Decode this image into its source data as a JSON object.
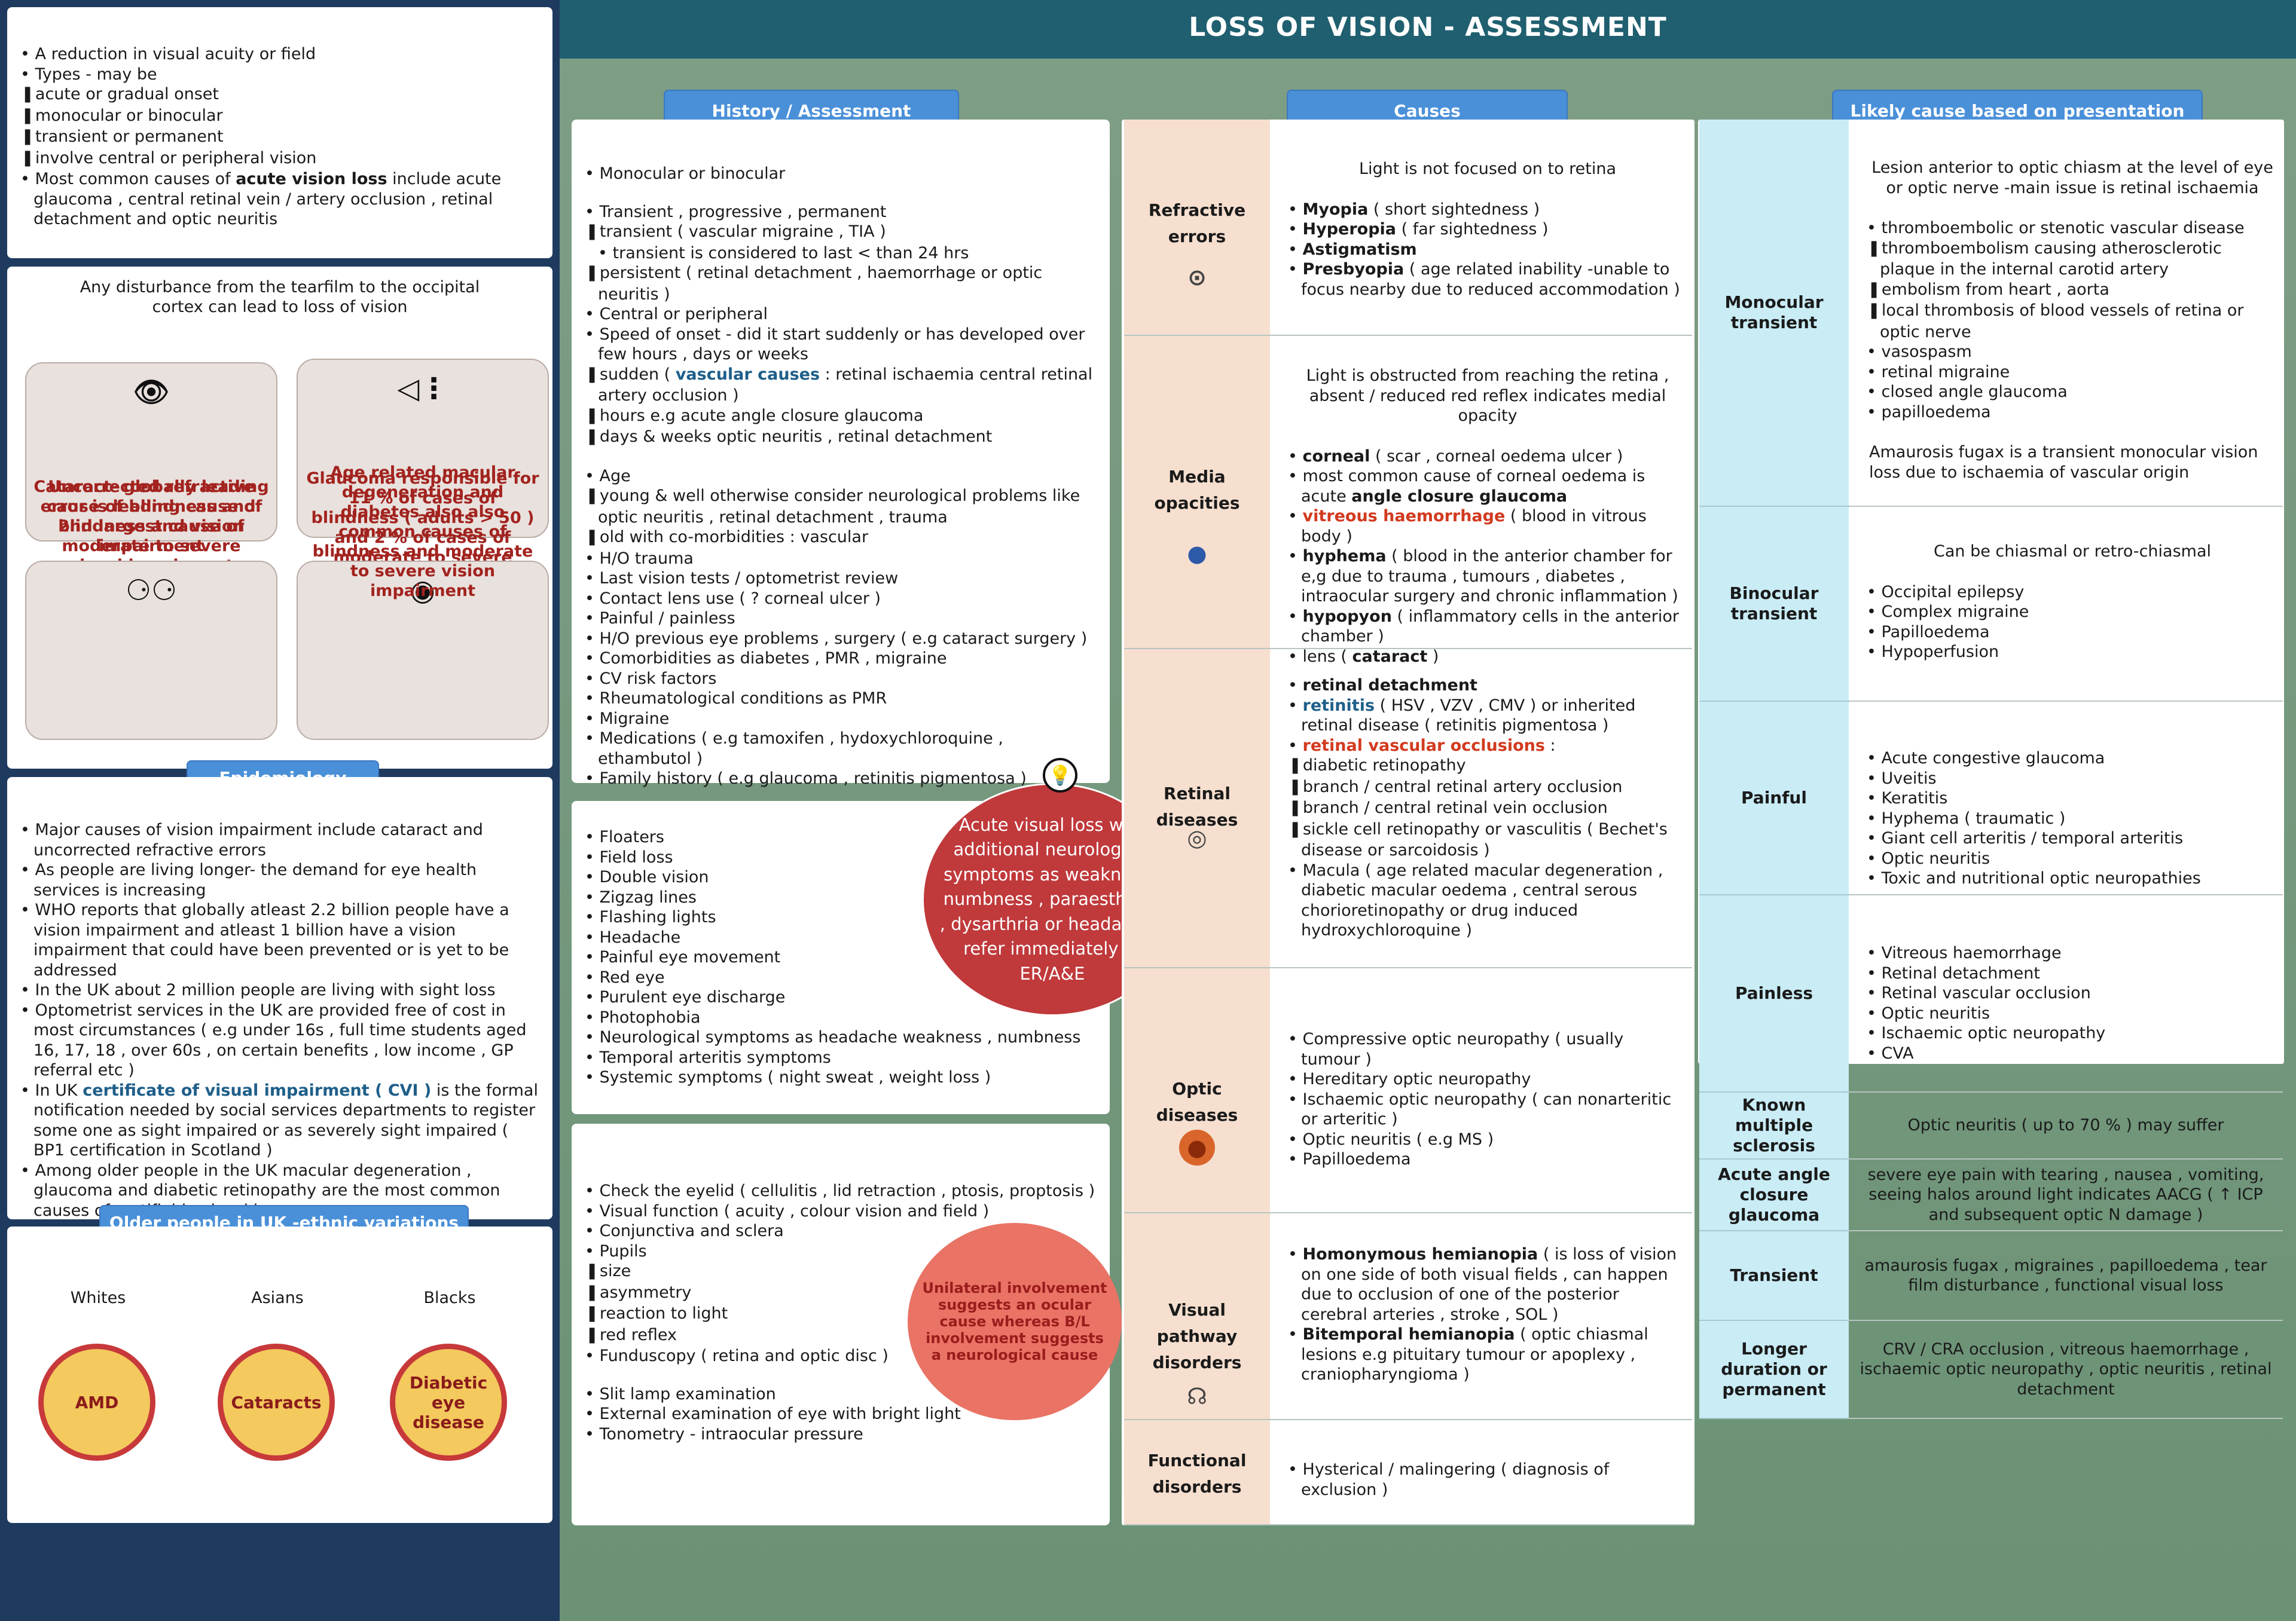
{
  "title": "LOSS OF VISION - ASSESSMENT",
  "definition": {
    "items": [
      {
        "t": "A reduction in visual acuity or field"
      },
      {
        "t": "Types - may be"
      },
      {
        "t": "acute or gradual onset",
        "sub": true
      },
      {
        "t": "monocular or binocular",
        "sub": true
      },
      {
        "t": "transient or permanent",
        "sub": true
      },
      {
        "t": "involve central or peripheral vision",
        "sub": true
      }
    ],
    "common_pre": "Most common causes of ",
    "common_bold": "acute vision loss",
    "common_post": " include acute glaucoma , central retinal vein / artery occlusion , retinal detachment and optic neuritis"
  },
  "disturbance": {
    "intro": "Any disturbance from the tearfilm to the occipital cortex can lead to loss of vision",
    "cards": [
      {
        "icon": "eye-icon",
        "glyph": "👁",
        "text": "Cataract- globally leading cause of blindness and 2nd largest cause of moderate to severe visual impairment"
      },
      {
        "icon": "glaucoma-icon",
        "glyph": "◁⋮",
        "text": "Glaucoma responsible for 11 % of cases of blindness ( adults > 50 ) and 2 % of cases of moderate to severe vision impairment"
      },
      {
        "icon": "glasses-icon",
        "glyph": "⚆⚆",
        "text": "Uncorrected refractive error is leading cause of blindness and vision impairment"
      },
      {
        "icon": "macula-icon",
        "glyph": "◉",
        "text": "Age related macular degeneration and diabetes also also common causes of blindness and moderate to severe vision impairment"
      }
    ]
  },
  "epidemiology": {
    "heading": "Epidemiology",
    "items": [
      "Major causes of vision impairment include cataract and uncorrected refractive errors",
      "As people are living longer- the demand for eye health services is increasing",
      "WHO reports that globally atleast 2.2 billion people have a vision impairment and atleast 1 billion have a vision impairment that could have been prevented or is yet to be addressed",
      "In the UK about 2 million people are living with sight loss",
      "Optometrist services in the UK are provided free of cost in most circumstances ( e.g under 16s , full time students aged 16, 17, 18 , over 60s , on certain benefits , low income , GP referral etc )"
    ],
    "cvi_pre": "In UK ",
    "cvi_bold": "certificate of visual impairment ( CVI )",
    "cvi_post": " is the formal notification needed by social services departments to register some one as sight impaired or as severely sight impaired ( BP1 certification in Scotland )",
    "last": "Among older people in the UK macular degeneration , glaucoma and diabetic retinopathy are the most common causes of certifiable visual loss"
  },
  "ethnic": {
    "heading": "Older people in UK -ethnic variations",
    "groups": [
      {
        "label": "Whites",
        "cause": "AMD"
      },
      {
        "label": "Asians",
        "cause": "Cataracts"
      },
      {
        "label": "Blacks",
        "cause": "Diabetic eye disease"
      }
    ]
  },
  "history": {
    "heading": "History / Assessment",
    "box1": [
      {
        "t": "Monocular or binocular"
      },
      {
        "gap": true
      },
      {
        "t": "Transient , progressive ,  permanent"
      },
      {
        "t": "transient ( vascular migraine , TIA  )",
        "sub": true
      },
      {
        "t": "transient is considered to last < than 24 hrs",
        "plain": true
      },
      {
        "t": "persistent ( retinal detachment , haemorrhage or optic neuritis )",
        "sub": true
      },
      {
        "t": "Central or peripheral"
      },
      {
        "t": "Speed of onset - did it start suddenly or has developed over few hours , days or weeks"
      },
      {
        "t": "sudden ( ",
        "sub": true,
        "bold": "vascular causes",
        "post": " : retinal ischaemia central retinal artery occlusion )"
      },
      {
        "t": "hours e.g acute angle closure glaucoma",
        "sub": true
      },
      {
        "t": "days & weeks optic neuritis , retinal detachment",
        "sub": true
      },
      {
        "gap": true
      },
      {
        "t": "Age"
      },
      {
        "t": "young & well otherwise consider neurological problems like optic neuritis , retinal detachment , trauma",
        "sub": true
      },
      {
        "t": "old with co-morbidities : vascular",
        "sub": true
      },
      {
        "t": "H/O trauma"
      },
      {
        "t": "Last vision tests / optometrist review"
      },
      {
        "t": "Contact lens use ( ? corneal ulcer )"
      },
      {
        "t": "Painful / painless"
      },
      {
        "t": "H/O previous eye problems , surgery ( e.g cataract surgery )"
      },
      {
        "t": "Comorbidities as diabetes , PMR , migraine"
      },
      {
        "t": "CV risk factors"
      },
      {
        "t": "Rheumatological conditions as PMR"
      },
      {
        "t": "Migraine"
      },
      {
        "t": "Medications ( e.g tamoxifen , hydoxychloroquine , ethambutol )"
      },
      {
        "t": "Family history ( e.g glaucoma , retinitis pigmentosa )"
      }
    ],
    "box2": [
      "Floaters",
      "Field loss",
      "Double vision",
      "Zigzag lines",
      "Flashing lights",
      "Headache",
      "Painful eye movement",
      "Red eye",
      "Purulent eye discharge",
      "Photophobia",
      "Neurological symptoms as headache weakness , numbness",
      "Temporal arteritis symptoms",
      "Systemic symptoms ( night sweat , weight loss )"
    ],
    "alert": "Acute visual loss with additional neurological symptoms as weakness , numbness , paraesthesia , dysarthria or headache - refer immediately to ER/A&E",
    "box3": [
      {
        "t": "Check the eyelid ( cellulitis , lid retraction , ptosis, proptosis  )"
      },
      {
        "t": "Visual function ( acuity , colour vision and field )"
      },
      {
        "t": "Conjunctiva and sclera"
      },
      {
        "t": "Pupils"
      },
      {
        "t": "size",
        "sub": true
      },
      {
        "t": "asymmetry",
        "sub": true
      },
      {
        "t": "reaction to light",
        "sub": true
      },
      {
        "t": "red reflex",
        "sub": true
      },
      {
        "t": "Funduscopy ( retina and optic disc )"
      },
      {
        "gap": true
      },
      {
        "t": "Slit lamp examination"
      },
      {
        "t": "External examination of eye with bright light"
      },
      {
        "t": "Tonometry - intraocular pressure"
      }
    ],
    "unilateral": "Unilateral involvement suggests an ocular cause whereas B/L involvement suggests a neurological cause"
  },
  "causes": {
    "heading": "Causes",
    "rows": [
      {
        "label": "Refractive errors",
        "icon": "refraction-icon",
        "glyph": "⊙",
        "intro": "Light is not focused on to retina",
        "items": [
          {
            "b": "Myopia",
            "t": " ( short sightedness )"
          },
          {
            "b": "Hyperopia",
            "t": " ( far sightedness )"
          },
          {
            "b": "Astigmatism",
            "t": ""
          },
          {
            "b": "Presbyopia",
            "t": " ( age related inability -unable to focus nearby due to reduced accommodation )"
          }
        ]
      },
      {
        "label": "Media opacities",
        "icon": "lens-opacity-icon",
        "glyph": "●",
        "intro": "Light is obstructed from reaching the retina , absent / reduced red reflex indicates medial opacity",
        "items": [
          {
            "b": "corneal",
            "t": " ( scar , corneal oedema  ulcer )"
          },
          {
            "b": "",
            "t": "most common cause of corneal oedema is acute "
          },
          {
            "b": "vitreous haemorrhage",
            "t": " ( blood in vitrous body )",
            "red": true
          },
          {
            "b": "hyphema",
            "t": " ( blood in the anterior chamber for e,g due to trauma , tumours , diabetes , intraocular surgery and chronic inflammation )"
          },
          {
            "b": "hypopyon",
            "t": " ( inflammatory cells in the anterior chamber )"
          },
          {
            "b": "",
            "t": "lens ( ",
            "b2": "cataract",
            "t2": " )"
          }
        ],
        "acg": "angle closure glaucoma"
      },
      {
        "label": "Retinal diseases",
        "icon": "retina-icon",
        "glyph": "◎",
        "items": [
          {
            "b": "retinal detachment",
            "t": ""
          },
          {
            "b": "retinitis",
            "t": " ( HSV , VZV , CMV ) or inherited retinal disease ( retinitis pigmentosa )",
            "blue": true
          },
          {
            "b": "retinal vascular occlusions",
            "t": " :",
            "red": true
          },
          {
            "t": "diabetic retinopathy",
            "sub": true
          },
          {
            "t": "branch / central retinal artery occlusion",
            "sub": true
          },
          {
            "t": "branch / central retinal vein occlusion",
            "sub": true
          },
          {
            "t": "sickle cell retinopathy or vasculitis ( Bechet's disease or sarcoidosis )",
            "sub": true
          },
          {
            "b": "",
            "t": "Macula ( age related macular degeneration , diabetic macular oedema , central serous chorioretinopathy or drug induced hydroxychloroquine )"
          }
        ]
      },
      {
        "label": "Optic  diseases",
        "icon": "optic-disc-icon",
        "glyph": "●",
        "items": [
          "Compressive optic neuropathy ( usually tumour )",
          "Hereditary optic neuropathy",
          "Ischaemic optic neuropathy ( can nonarteritic or arteritic )",
          "Optic neuritis ( e.g MS )",
          "Papilloedema"
        ]
      },
      {
        "label": "Visual pathway disorders",
        "icon": "brain-pathway-icon",
        "glyph": "☊",
        "items": [
          {
            "b": "Homonymous hemianopia",
            "t": " ( is loss of vision on one side of both visual fields , can happen due to occlusion of one of the posterior cerebral arteries , stroke , SOL )"
          },
          {
            "b": "Bitemporal hemianopia",
            "t": " ( optic chiasmal lesions e.g pituitary tumour or apoplexy , craniopharyngioma )"
          }
        ]
      },
      {
        "label": "Functional disorders",
        "items": [
          "Hysterical / malingering ( diagnosis of exclusion )"
        ]
      }
    ]
  },
  "likely": {
    "heading": "Likely cause based on presentation",
    "monocular": {
      "label": "Monocular transient",
      "intro": "Lesion anterior to optic chiasm at the level of eye or optic nerve -main issue is retinal ischaemia",
      "items": [
        {
          "t": "thromboembolic or stenotic vascular disease"
        },
        {
          "t": "thromboembolism causing atherosclerotic plaque in the internal carotid artery",
          "sub": true
        },
        {
          "t": "embolism from heart , aorta",
          "sub": true
        },
        {
          "t": "local thrombosis of blood vessels of retina or optic nerve",
          "sub": true
        },
        {
          "t": "vasospasm"
        },
        {
          "t": "retinal migraine"
        },
        {
          "t": "closed angle glaucoma"
        },
        {
          "t": "papilloedema"
        }
      ],
      "outro": "Amaurosis fugax is a transient monocular vision loss due to ischaemia of vascular origin"
    },
    "binocular": {
      "label": "Binocular transient",
      "intro": "Can be chiasmal or retro-chiasmal",
      "items": [
        "Occipital epilepsy",
        "Complex migraine",
        "Papilloedema",
        "Hypoperfusion"
      ]
    },
    "painful": {
      "label": "Painful",
      "items": [
        "Acute congestive glaucoma",
        "Uveitis",
        "Keratitis",
        "Hyphema ( traumatic )",
        "Giant cell arteritis / temporal  arteritis",
        "Optic neuritis",
        "Toxic and nutritional optic neuropathies"
      ]
    },
    "painless": {
      "label": "Painless",
      "items": [
        "Vitreous haemorrhage",
        "Retinal detachment",
        "Retinal vascular occlusion",
        "Optic neuritis",
        "Ischaemic optic neuropathy",
        "CVA"
      ]
    },
    "ms": {
      "label": "Known multiple sclerosis",
      "text": "Optic neuritis ( up to 70 % ) may suffer"
    },
    "aacg": {
      "label": "Acute angle closure glaucoma",
      "text": "severe eye pain with tearing , nausea , vomiting, seeing halos around light indicates AACG ( ↑ ICP and subsequent optic N damage )"
    },
    "transient": {
      "label": "Transient",
      "text": "amaurosis fugax , migraines , papilloedema , tear film disturbance , functional visual loss"
    },
    "longer": {
      "label": "Longer duration or permanent",
      "text": "CRV / CRA occlusion , vitreous haemorrhage , ischaemic optic neuropathy , optic neuritis , retinal detachment"
    }
  }
}
